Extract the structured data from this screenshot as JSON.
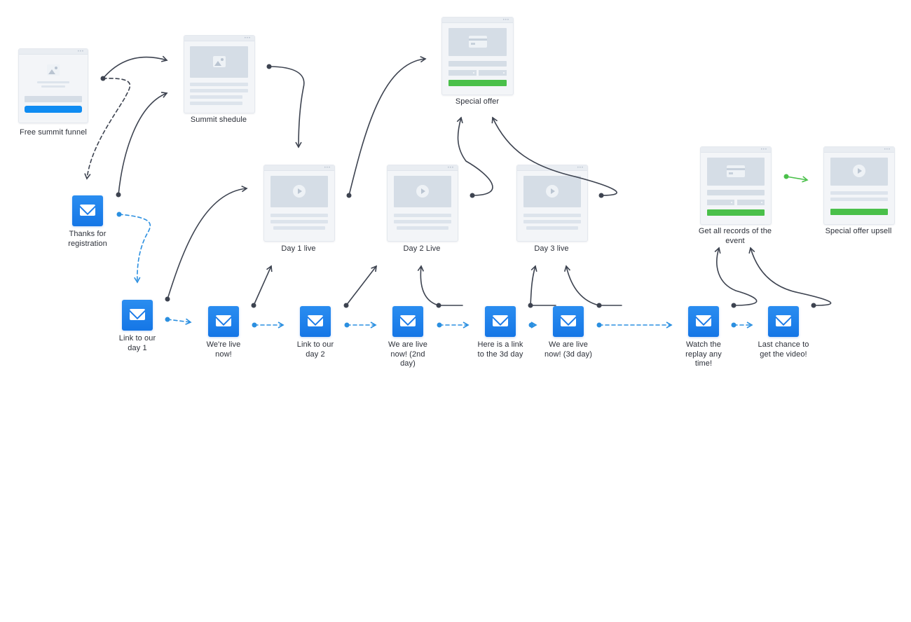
{
  "pages": {
    "free_summit_funnel": {
      "label": "Free summit funnel"
    },
    "summit_schedule": {
      "label": "Summit shedule"
    },
    "special_offer": {
      "label": "Special offer"
    },
    "day1_live": {
      "label": "Day 1 live"
    },
    "day2_live": {
      "label": "Day 2 Live"
    },
    "day3_live": {
      "label": "Day 3 live"
    },
    "get_all_records": {
      "label": "Get all records of the event"
    },
    "special_offer_upsell": {
      "label": "Special offer upsell"
    }
  },
  "emails": {
    "thanks_registration": {
      "label": "Thanks for registration"
    },
    "link_day1": {
      "label": "Link to our day 1"
    },
    "we_are_live": {
      "label": "We're live now!"
    },
    "link_day2": {
      "label": "Link to our day 2"
    },
    "live_2nd_day": {
      "label": "We are live now! (2nd day)"
    },
    "link_3d_day": {
      "label": "Here is a link to the 3d day"
    },
    "live_3d_day": {
      "label": "We are live now! (3d day)"
    },
    "watch_replay": {
      "label": "Watch the replay any time!"
    },
    "last_chance": {
      "label": "Last chance to get the video!"
    }
  },
  "colors": {
    "connector": "#3d4350",
    "email_flow": "#2b8fe0",
    "upsell_flow": "#4ac04a",
    "email_icon": "#1a7ae8",
    "cta_green": "#4ac04a",
    "cta_blue": "#0f8cf2"
  }
}
